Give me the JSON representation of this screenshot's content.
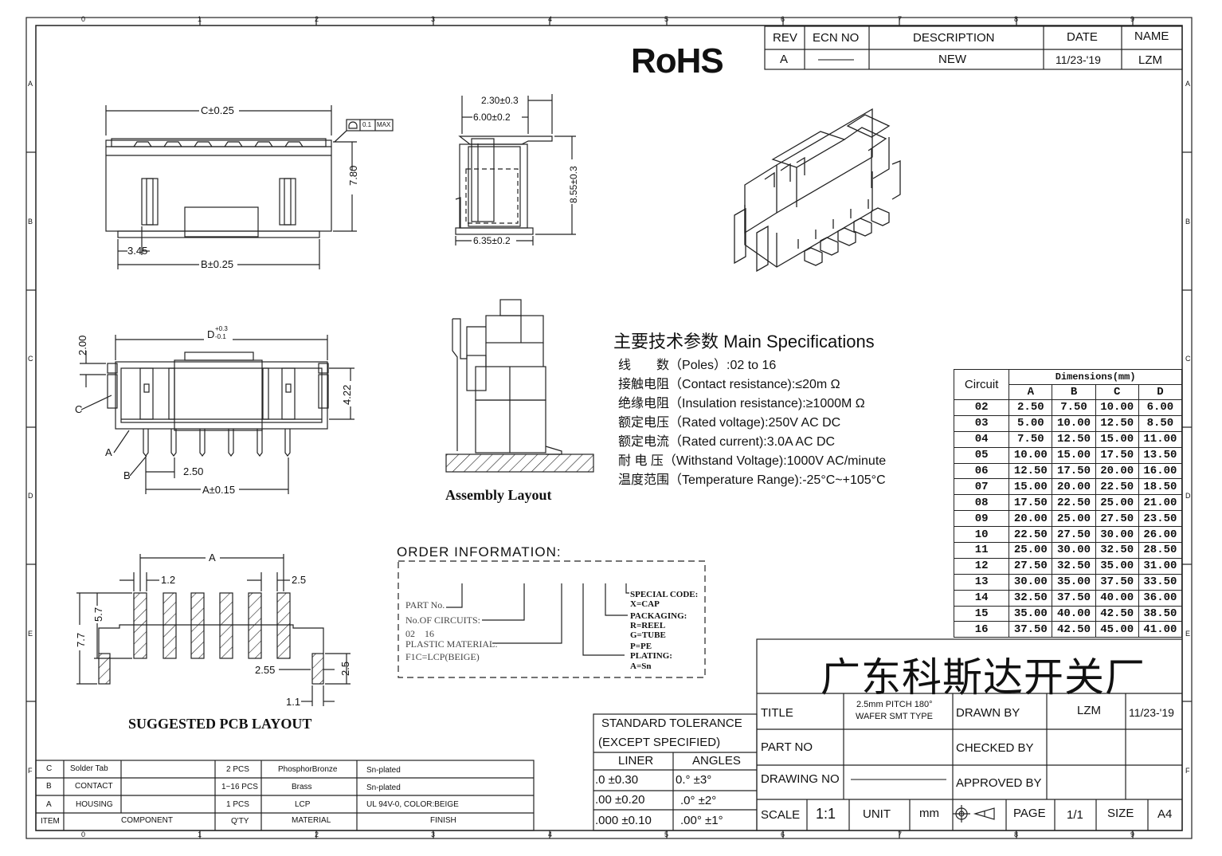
{
  "frame": {
    "col_numbers": [
      "0",
      "1",
      "2",
      "3",
      "4",
      "5",
      "6",
      "7",
      "8",
      "9"
    ],
    "row_letters": [
      "A",
      "B",
      "C",
      "D",
      "E",
      "F"
    ]
  },
  "rohs": "RoHS",
  "revision_block": {
    "headers": [
      "REV",
      "ECN NO",
      "DESCRIPTION",
      "DATE",
      "NAME"
    ],
    "row": [
      "A",
      "———",
      "NEW",
      "11/23-'19",
      "LZM"
    ]
  },
  "top_view": {
    "c_dim": "C±0.25",
    "flatness_value": "0.1",
    "flatness_max": "MAX",
    "height": "7.80",
    "offset": "3.45",
    "b_dim": "B±0.25"
  },
  "side_view": {
    "d1": "2.30±0.3",
    "d2": "6.00±0.2",
    "height": "8.55±0.3",
    "base": "6.35±0.2"
  },
  "front_view": {
    "d_base": "D",
    "d_upper": "+0.3",
    "d_lower": "-0.1",
    "h1": "2.00",
    "h2": "4.22",
    "label_c": "C",
    "label_a": "A",
    "label_b": "B",
    "pitch": "2.50",
    "a_dim": "A±0.15"
  },
  "assembly_label": "Assembly Layout",
  "specs": {
    "title_cn": "主要技术参数",
    "title_en": "Main Specifications",
    "rows": [
      {
        "cn": "线　　数",
        "en": "（Poles）:02 to 16"
      },
      {
        "cn": "接触电阻",
        "en": "（Contact resistance):≤20m Ω"
      },
      {
        "cn": "绝缘电阻",
        "en": "（Insulation resistance):≥1000M Ω"
      },
      {
        "cn": "额定电压",
        "en": "（Rated voltage):250V AC DC"
      },
      {
        "cn": "额定电流",
        "en": "（Rated current):3.0A AC DC"
      },
      {
        "cn": "耐 电 压",
        "en": "（Withstand Voltage):1000V AC/minute"
      },
      {
        "cn": "温度范围",
        "en": "（Temperature Range):-25°C~+105°C"
      }
    ]
  },
  "dimensions_table": {
    "circuit_header": "Circuit",
    "group_header": "Dimensions(mm)",
    "columns": [
      "A",
      "B",
      "C",
      "D"
    ],
    "rows": [
      [
        "02",
        "2.50",
        "7.50",
        "10.00",
        "6.00"
      ],
      [
        "03",
        "5.00",
        "10.00",
        "12.50",
        "8.50"
      ],
      [
        "04",
        "7.50",
        "12.50",
        "15.00",
        "11.00"
      ],
      [
        "05",
        "10.00",
        "15.00",
        "17.50",
        "13.50"
      ],
      [
        "06",
        "12.50",
        "17.50",
        "20.00",
        "16.00"
      ],
      [
        "07",
        "15.00",
        "20.00",
        "22.50",
        "18.50"
      ],
      [
        "08",
        "17.50",
        "22.50",
        "25.00",
        "21.00"
      ],
      [
        "09",
        "20.00",
        "25.00",
        "27.50",
        "23.50"
      ],
      [
        "10",
        "22.50",
        "27.50",
        "30.00",
        "26.00"
      ],
      [
        "11",
        "25.00",
        "30.00",
        "32.50",
        "28.50"
      ],
      [
        "12",
        "27.50",
        "32.50",
        "35.00",
        "31.00"
      ],
      [
        "13",
        "30.00",
        "35.00",
        "37.50",
        "33.50"
      ],
      [
        "14",
        "32.50",
        "37.50",
        "40.00",
        "36.00"
      ],
      [
        "15",
        "35.00",
        "40.00",
        "42.50",
        "38.50"
      ],
      [
        "16",
        "37.50",
        "42.50",
        "45.00",
        "41.00"
      ]
    ]
  },
  "order_info": {
    "title": "ORDER INFORMATION:",
    "part_no": "PART No.",
    "circuits": "No.OF CIRCUITS:",
    "circuits_range": "02　16",
    "material": "PLASTIC MATERIAL:",
    "material_value": "F1C=LCP(BEIGE)",
    "special": "SPECIAL CODE:",
    "special_val": "X=CAP",
    "packaging": "PACKAGING:",
    "pack1": "R=REEL",
    "pack2": "G=TUBE",
    "pack3": "P=PE",
    "plating": "PLATING:",
    "plating_val": "A=Sn"
  },
  "pcb_layout": {
    "a": "A",
    "w": "1.2",
    "pitch": "2.5",
    "h1": "5.7",
    "h2": "7.7",
    "tab_gap": "2.55",
    "tab_h": "2.5",
    "tab_w": "1.1",
    "title": "SUGGESTED PCB LAYOUT"
  },
  "company": "广东科斯达开关厂",
  "tolerance": {
    "title1": "STANDARD TOLERANCE",
    "title2": "(EXCEPT  SPECIFIED)",
    "liner": "LINER",
    "angles": "ANGLES",
    "rows": [
      [
        ".0  ±0.30",
        "0.°  ±3°"
      ],
      [
        ".00  ±0.20",
        ".0°  ±2°"
      ],
      [
        ".000 ±0.10",
        ".00° ±1°"
      ]
    ]
  },
  "title_block": {
    "title_label": "TITLE",
    "title_value1": "2.5mm PITCH 180°",
    "title_value2": "WAFER SMT TYPE",
    "drawn_by": "DRAWN BY",
    "drawn_name": "LZM",
    "drawn_date": "11/23-'19",
    "part_no": "PART NO",
    "checked_by": "CHECKED BY",
    "drawing_no": "DRAWING NO",
    "drawing_no_value": "————————",
    "approved_by": "APPROVED BY",
    "scale": "SCALE",
    "scale_value": "1:1",
    "unit": "UNIT",
    "unit_value": "mm",
    "page": "PAGE",
    "page_value": "1/1",
    "size": "SIZE",
    "size_value": "A4"
  },
  "bom": {
    "header": [
      "ITEM",
      "COMPONENT",
      "Q'TY",
      "MATERIAL",
      "FINISH"
    ],
    "rows": [
      [
        "C",
        "Solder Tab",
        "2 PCS",
        "PhosphorBronze",
        "Sn-plated"
      ],
      [
        "B",
        "CONTACT",
        "1~16 PCS",
        "Brass",
        "Sn-plated"
      ],
      [
        "A",
        "HOUSING",
        "1 PCS",
        "LCP",
        "UL 94V-0, COLOR:BEIGE"
      ]
    ]
  }
}
